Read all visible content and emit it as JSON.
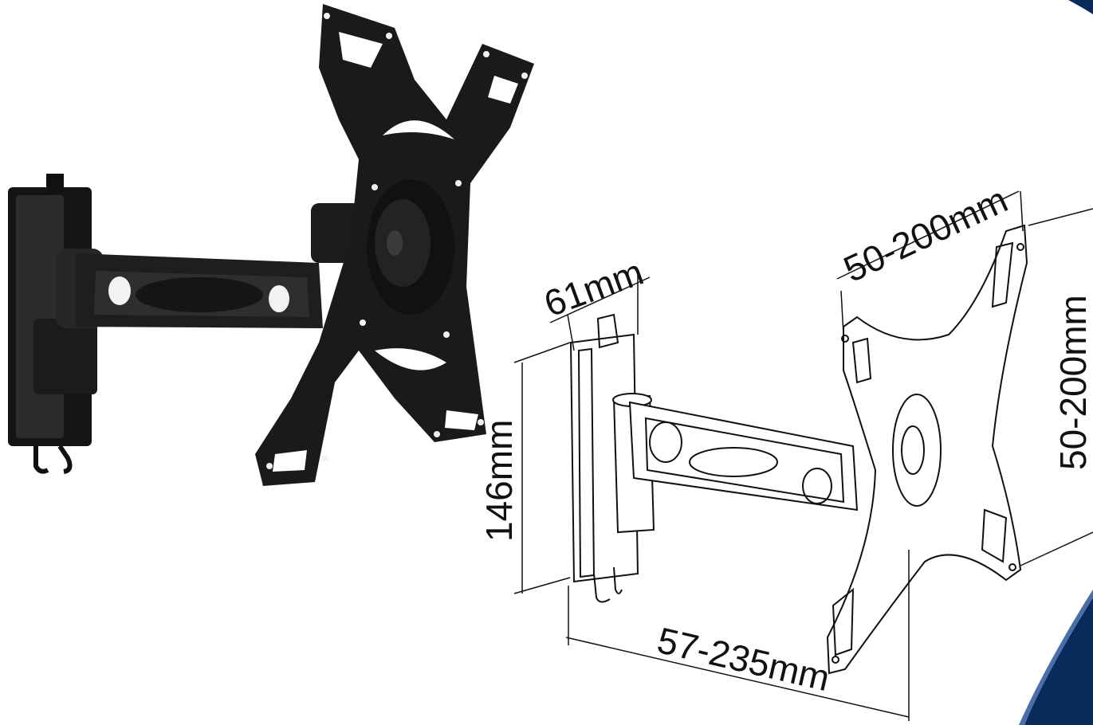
{
  "labels": {
    "depth": "61mm",
    "height": "146mm",
    "vesa_horizontal": "50-200mm",
    "vesa_vertical": "50-200mm",
    "extension": "57-235mm"
  },
  "colors": {
    "product": "#1a1a1a",
    "product_highlight": "#3a3a3a",
    "line_art": "#111111",
    "corner_accent": "#0b2a5c"
  },
  "icons": [
    "photo-of-wall-mount",
    "technical-drawing-of-wall-mount"
  ]
}
